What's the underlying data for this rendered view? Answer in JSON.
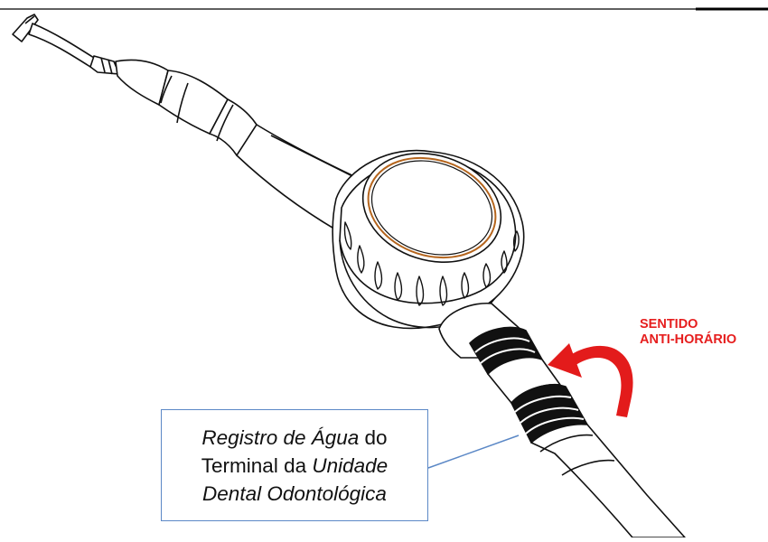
{
  "callout": {
    "line1_italic": "Registro de Água",
    "line1_normal": " do",
    "line2_normal": "Terminal da ",
    "line2_italic": "Unidade",
    "line3_italic": "Dental Odontológica"
  },
  "direction_label": {
    "line1": "SENTIDO",
    "line2": "ANTI-HORÁRIO"
  },
  "colors": {
    "label_red": "#e61e1e",
    "arrow_red": "#e31b1b",
    "callout_border": "#5b88c6",
    "button_ring": "#b5651d",
    "line_art": "#111111"
  },
  "icons": {
    "handpiece": "dental-syringe-handpiece",
    "rotation_arrow": "counterclockwise-arrow-icon"
  }
}
